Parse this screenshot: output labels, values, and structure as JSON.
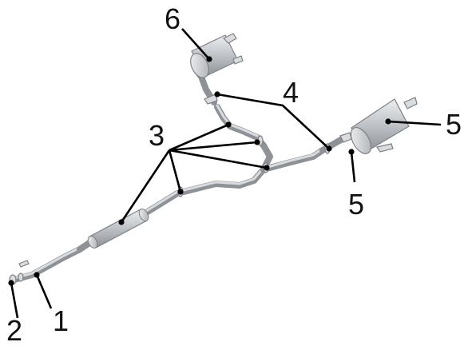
{
  "diagram": {
    "callouts": {
      "one": "1",
      "two": "2",
      "three": "3",
      "four": "4",
      "five_upper": "5",
      "five_lower": "5",
      "six": "6"
    }
  }
}
